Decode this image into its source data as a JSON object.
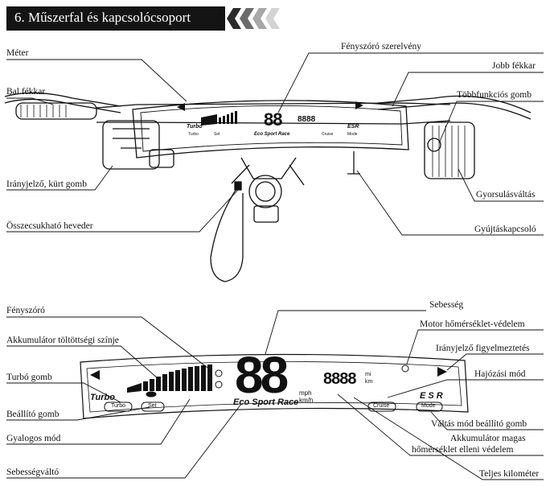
{
  "header": {
    "title": "6. Műszerfal és kapcsolócsoport"
  },
  "top_labels": {
    "meter": "Méter",
    "headlight_assembly": "Fényszóró szerelvény",
    "right_brake": "Jobb fékkar",
    "left_brake": "Bal fékkar",
    "multifunction_button": "Többfunkciós gomb",
    "turn_horn_button": "Irányjelző, kürt gomb",
    "throttle": "Gyorsulásváltás",
    "folding_strap": "Összecsukható heveder",
    "ignition": "Gyújtáskapcsoló"
  },
  "bottom_labels": {
    "headlight": "Fényszóró",
    "speed": "Sebesség",
    "battery_color": "Akkumulátor töltöttségi színje",
    "motor_temp": "Motor hőmérséklet-védelem",
    "turn_warning": "Irányjelző figyelmeztetés",
    "turbo_button": "Turbó gomb",
    "cruise_mode": "Hajózási mód",
    "set_button": "Beállító gomb",
    "mode_button": "Váltás mód beállító gomb",
    "walk_mode": "Gyalogos mód",
    "battery_temp_1": "Akkumulátor magas",
    "battery_temp_2": "hőmérséklet elleni védelem",
    "gear_shift": "Sebességváltó",
    "total_km": "Teljes kilométer"
  },
  "display": {
    "speed_digits": "88",
    "odo_digits": "8888",
    "unit_mph": "mph",
    "unit_kmh": "km/h",
    "unit_mi": "mi",
    "unit_km": "km",
    "mode_text": "Eco Sport Race",
    "turbo_text": "Turbo",
    "esr_text": "E S R",
    "turbo_btn": "Turbo",
    "set_btn": "Set",
    "cruise_btn": "Cruise",
    "mode_btn": "Mode",
    "small_turbo": "Turbo",
    "small_esr": "ESR",
    "small_set": "Set",
    "small_mode": "Mode",
    "small_turbo_btn": "Turbo",
    "small_cruise": "Cruise",
    "small_speed": "88",
    "small_odo": "8888",
    "small_modes": "Eco Sport Race"
  }
}
